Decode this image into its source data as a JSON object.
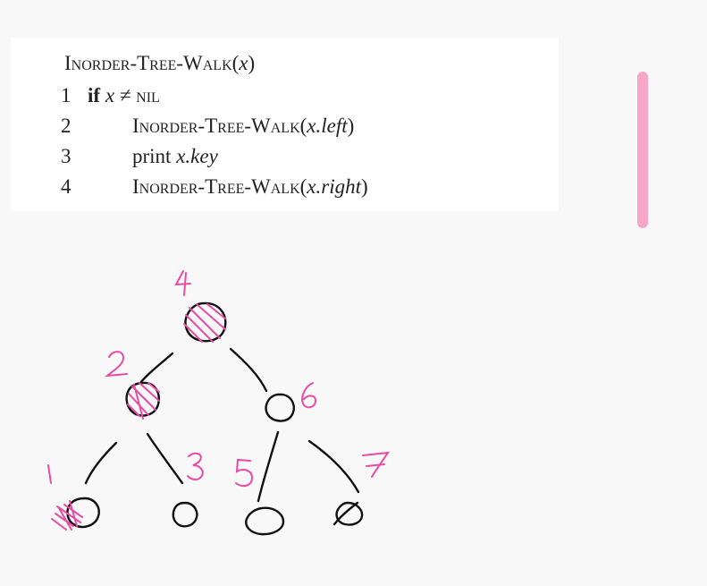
{
  "code": {
    "title_proc": "Inorder-Tree-Walk",
    "title_open": "(",
    "title_arg": "x",
    "title_close": ")",
    "lines": [
      {
        "num": "1",
        "kw": "if",
        "text": " x ≠ ",
        "sc": "nil"
      },
      {
        "num": "2",
        "proc": "Inorder-Tree-Walk",
        "open": "(",
        "arg": "x.",
        "field": "left",
        "close": ")"
      },
      {
        "num": "3",
        "text": "print ",
        "arg": "x.",
        "field": "key"
      },
      {
        "num": "4",
        "proc": "Inorder-Tree-Walk",
        "open": "(",
        "arg": "x.",
        "field": "right",
        "close": ")"
      }
    ]
  },
  "tree": {
    "labels": [
      "4",
      "2",
      "6",
      "1",
      "3",
      "5",
      "7"
    ],
    "visited_nodes": [
      "4",
      "2",
      "1"
    ]
  },
  "colors": {
    "ink": "#111111",
    "marker": "#e84ba5",
    "scrollbar": "#f7a6c8"
  }
}
